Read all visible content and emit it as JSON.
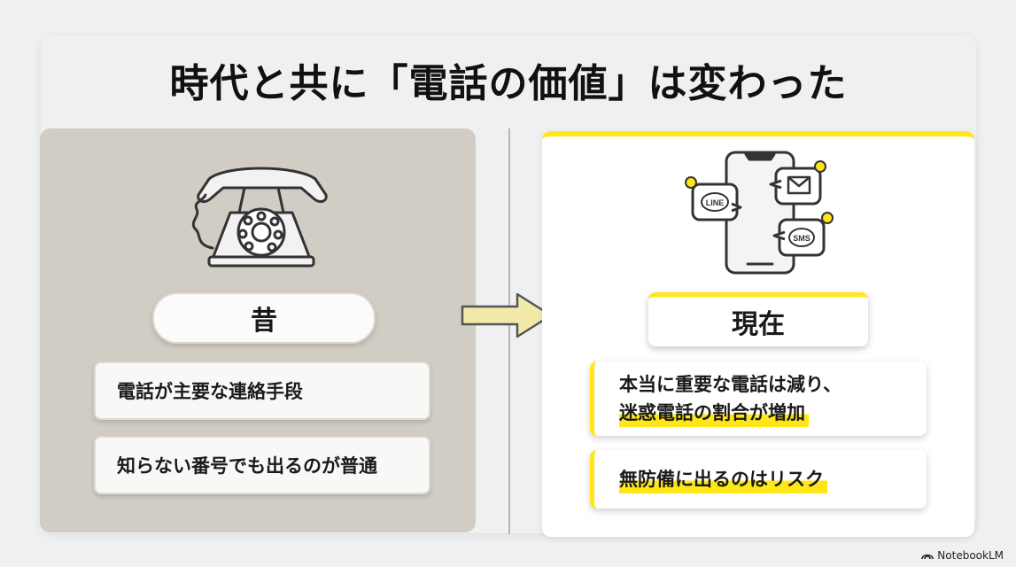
{
  "title": "時代と共に「電話の価値」は変わった",
  "past": {
    "label": "昔",
    "items": [
      "電話が主要な連絡手段",
      "知らない番号でも出るのが普通"
    ]
  },
  "present": {
    "label": "現在",
    "items": [
      {
        "line1": "本当に重要な電話は減り、",
        "line2": "迷惑電話の割合が増加"
      },
      {
        "line1": "無防備に出るのはリスク"
      }
    ],
    "icon_labels": {
      "line": "LINE",
      "sms": "SMS"
    }
  },
  "branding": "NotebookLM",
  "colors": {
    "accent": "#ffe616",
    "past_bg": "#d1cdc4"
  }
}
